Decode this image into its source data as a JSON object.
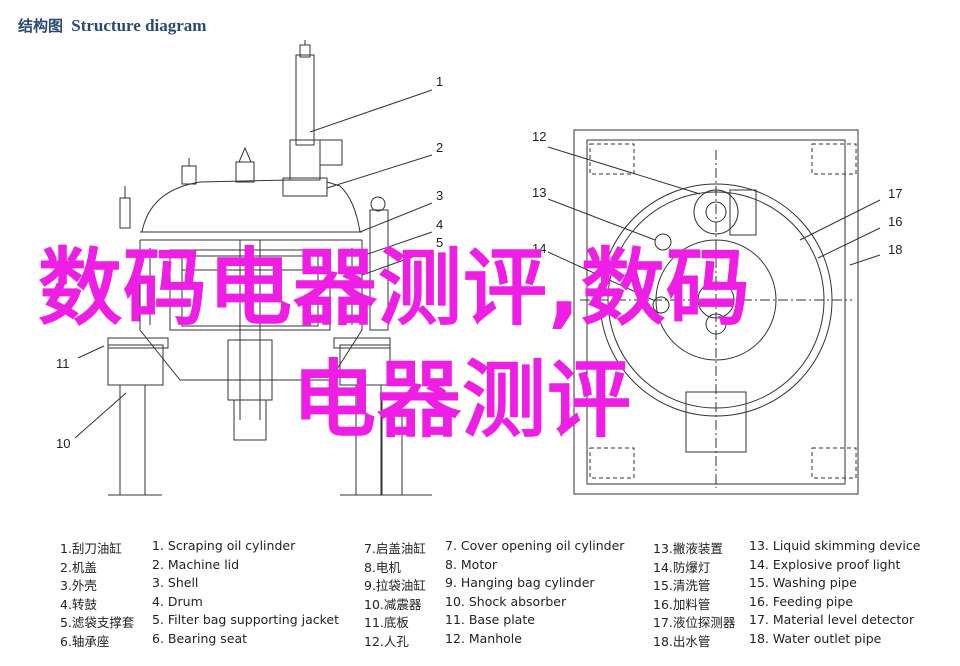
{
  "header": {
    "title_zh": "结构图",
    "title_en": "Structure diagram"
  },
  "overlay": {
    "line1": "数码电器测评,数码",
    "line2": "电器测评"
  },
  "callouts": [
    "1",
    "2",
    "3",
    "4",
    "5",
    "11",
    "10",
    "12",
    "13",
    "14",
    "17",
    "16",
    "18"
  ],
  "legend": {
    "col1": [
      "1.刮刀油缸",
      "2.机盖",
      "3.外壳",
      "4.转鼓",
      "5.滤袋支撑套",
      "6.轴承座"
    ],
    "col2": [
      "1. Scraping oil cylinder",
      "2. Machine lid",
      "3. Shell",
      "4. Drum",
      "5. Filter bag supporting jacket",
      "6. Bearing seat"
    ],
    "col3": [
      "7.启盖油缸",
      "8.电机",
      "9.拉袋油缸",
      "10.减震器",
      "11.底板",
      "12.人孔"
    ],
    "col4": [
      "7. Cover opening oil cylinder",
      "8. Motor",
      "9. Hanging bag cylinder",
      "10. Shock absorber",
      "11. Base plate",
      "12. Manhole"
    ],
    "col5": [
      "13.撇液装置",
      "14.防爆灯",
      "15.清洗管",
      "16.加料管",
      "17.液位探测器",
      "18.出水管"
    ],
    "col6": [
      "13. Liquid skimming device",
      "14. Explosive proof light",
      "15. Washing pipe",
      "16. Feeding pipe",
      "17. Material level detector",
      "18. Water outlet pipe"
    ]
  },
  "colors": {
    "overlay": "#ee1ee5",
    "line": "#333333",
    "header": "#2a4a73"
  }
}
